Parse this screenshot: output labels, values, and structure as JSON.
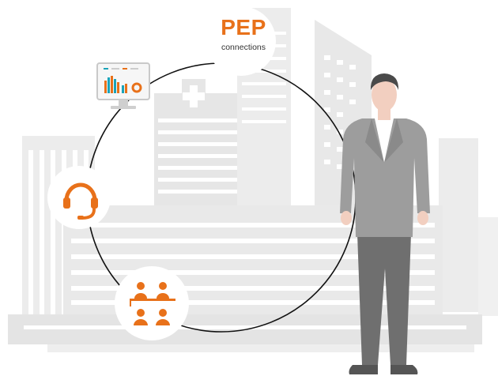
{
  "hub": {
    "title": "PEP",
    "subtitle": "connections"
  },
  "nodes": [
    {
      "name": "dashboard-monitor",
      "icon": "monitor-chart-icon"
    },
    {
      "name": "support",
      "icon": "headset-icon"
    },
    {
      "name": "meeting",
      "icon": "people-group-icon"
    },
    {
      "name": "person",
      "icon": "businessman-figure"
    }
  ],
  "colors": {
    "accent": "#e8711a",
    "city": "#ececec",
    "city_dark": "#e2e2e2",
    "suit": "#9a9a9a",
    "trousers": "#6f6f6f",
    "skin": "#f2cfc0",
    "hair": "#4a4a4a",
    "line": "#111111"
  }
}
